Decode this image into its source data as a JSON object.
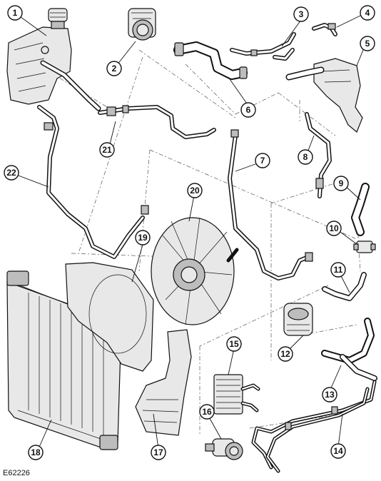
{
  "figure": {
    "id": "E62226"
  },
  "callouts": [
    {
      "n": "1"
    },
    {
      "n": "2"
    },
    {
      "n": "3"
    },
    {
      "n": "4"
    },
    {
      "n": "5"
    },
    {
      "n": "6"
    },
    {
      "n": "7"
    },
    {
      "n": "8"
    },
    {
      "n": "9"
    },
    {
      "n": "10"
    },
    {
      "n": "11"
    },
    {
      "n": "12"
    },
    {
      "n": "13"
    },
    {
      "n": "14"
    },
    {
      "n": "15"
    },
    {
      "n": "16"
    },
    {
      "n": "17"
    },
    {
      "n": "18"
    },
    {
      "n": "19"
    },
    {
      "n": "20"
    },
    {
      "n": "21"
    },
    {
      "n": "22"
    }
  ]
}
